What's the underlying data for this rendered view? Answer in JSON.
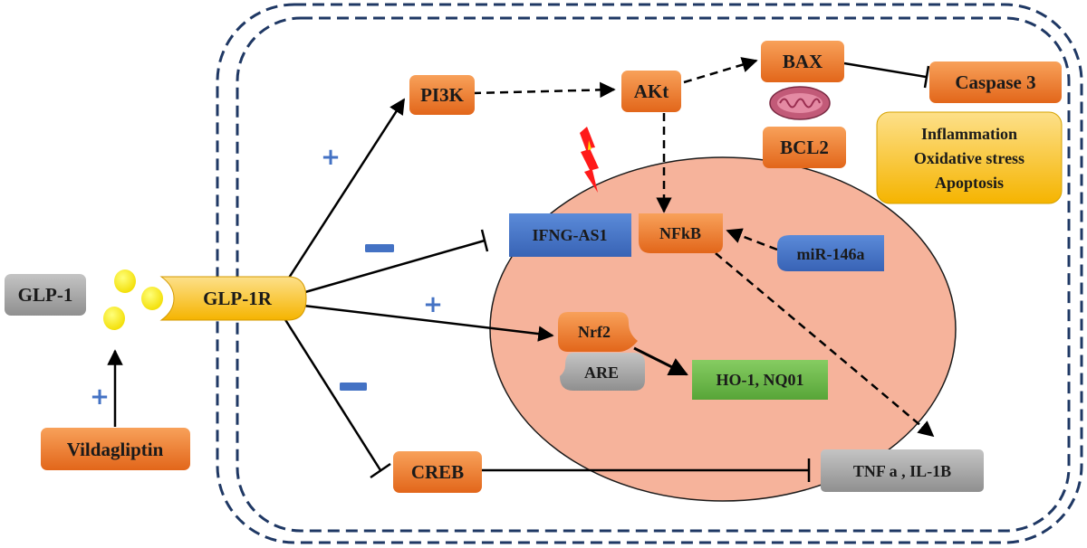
{
  "nodes": {
    "glp1": "GLP-1",
    "glp1r": "GLP-1R",
    "vildagliptin": "Vildagliptin",
    "pi3k": "PI3K",
    "akt": "AKt",
    "bax": "BAX",
    "bcl2": "BCL2",
    "caspase3": "Caspase 3",
    "ifng_as1": "IFNG-AS1",
    "nfkb": "NFkB",
    "mir146a": "miR-146a",
    "nrf2": "Nrf2",
    "are": "ARE",
    "ho1_nq01": "HO-1, NQ01",
    "creb": "CREB",
    "tnf_il1b": "TNF a , IL-1B"
  },
  "effects_box": {
    "line1": "Inflammation",
    "line2": "Oxidative stress",
    "line3": "Apoptosis"
  },
  "signs": {
    "plus": "+",
    "minus": "—"
  },
  "colors": {
    "orange": "#f07a26",
    "blue": "#4a78c8",
    "gray": "#a6a6a6",
    "green": "#6cbb49",
    "yellow": "#f9c21f",
    "nucleus": "#f6b39b",
    "dash_border": "#1f3864",
    "sign_blue": "#4472c4"
  }
}
